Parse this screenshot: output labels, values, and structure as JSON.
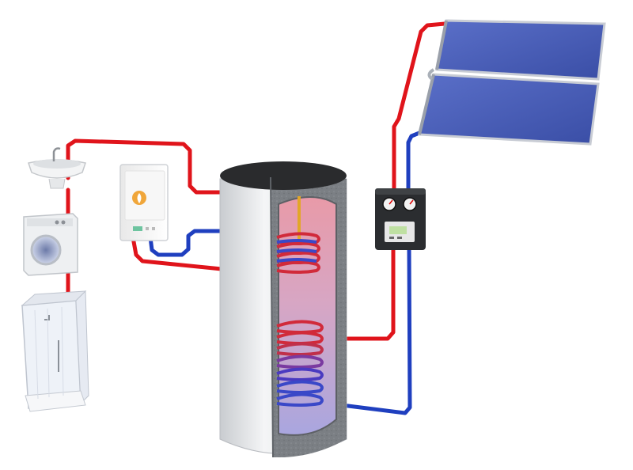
{
  "diagram": {
    "components": [
      {
        "id": "solar-collectors",
        "kind": "solar-panel-array",
        "panels": 2
      },
      {
        "id": "pump-station",
        "kind": "solar-pump-controller"
      },
      {
        "id": "storage-tank",
        "kind": "hot-water-cylinder",
        "coils": 2
      },
      {
        "id": "gas-boiler",
        "kind": "wall-boiler"
      },
      {
        "id": "washbasin",
        "kind": "sink"
      },
      {
        "id": "washing-machine",
        "kind": "washing-machine"
      },
      {
        "id": "shower-cabin",
        "kind": "shower"
      }
    ],
    "pipes": [
      {
        "id": "solar-flow",
        "color": "#e0141b"
      },
      {
        "id": "solar-return",
        "color": "#1f3fbf"
      },
      {
        "id": "boiler-flow",
        "color": "#e0141b"
      },
      {
        "id": "boiler-return",
        "color": "#1f3fbf"
      },
      {
        "id": "hot-water-supply",
        "color": "#e0141b"
      }
    ],
    "colors": {
      "hot": "#e0141b",
      "cold": "#1f3fbf",
      "panel": "#4a5fb8",
      "tank-shell": "#e9eaec",
      "insulation": "#777b80"
    }
  }
}
